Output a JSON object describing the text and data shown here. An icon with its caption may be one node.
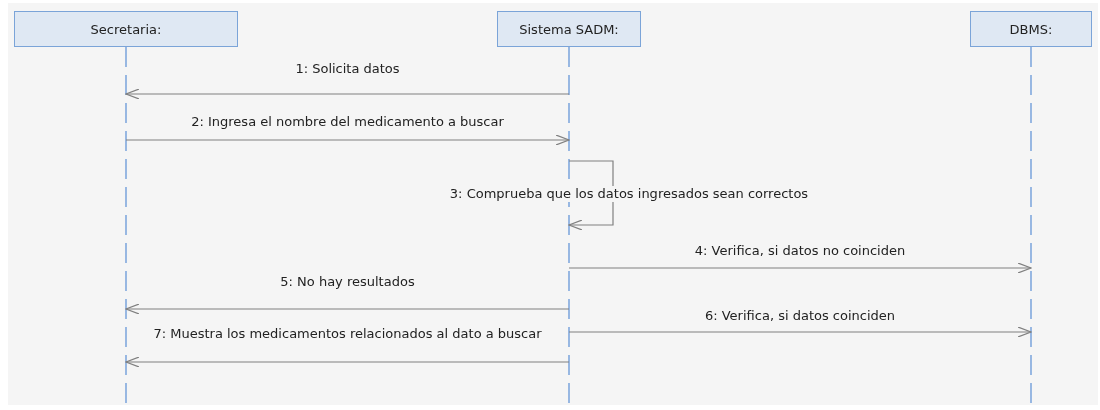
{
  "diagram": {
    "nodes": [
      {
        "text": [
          "Secretaria:"
        ]
      },
      {
        "text": [
          "Sistema SADM:"
        ]
      },
      {
        "text": [
          "DBMS:"
        ]
      }
    ],
    "edges": [
      {
        "from": 1,
        "to": 0,
        "arrow": "to",
        "label": "1: Solicita datos"
      },
      {
        "from": 0,
        "to": 1,
        "arrow": "to",
        "label": "2: Ingresa el nombre del medicamento a buscar"
      },
      {
        "from": 1,
        "to": 1,
        "arrow": "to",
        "label": "3: Comprueba que los datos ingresados sean correctos"
      },
      {
        "from": 1,
        "to": 2,
        "arrow": "to",
        "label": "4: Verifica, si datos no coinciden"
      },
      {
        "from": 1,
        "to": 0,
        "arrow": "to",
        "label": "5: No hay resultados"
      },
      {
        "from": 1,
        "to": 2,
        "arrow": "to",
        "label": "6: Verifica, si datos coinciden"
      },
      {
        "from": 1,
        "to": 0,
        "arrow": "to",
        "label": "7: Muestra los medicamentos relacionados al dato a buscar"
      }
    ]
  }
}
